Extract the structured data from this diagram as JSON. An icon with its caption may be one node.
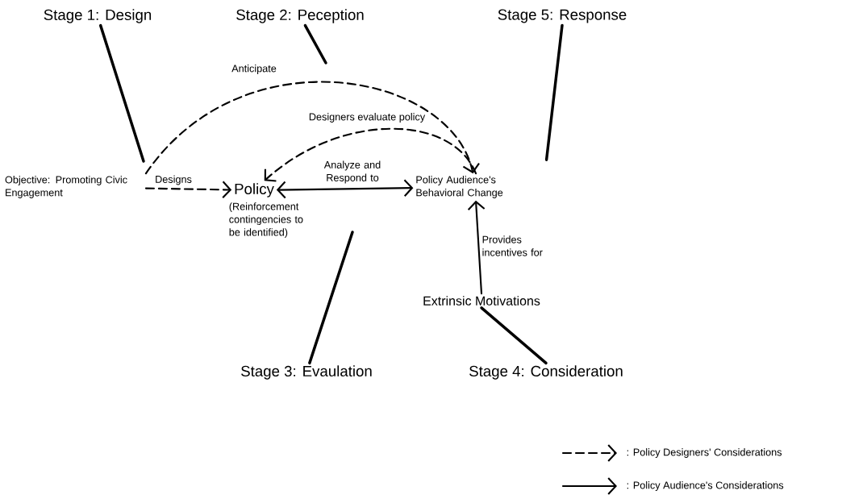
{
  "diagram": {
    "nodes": [
      {
        "text": [
          "Stage 1: Design"
        ]
      },
      {
        "text": [
          "Stage 2: Peception"
        ]
      },
      {
        "text": [
          "Stage 5: Response"
        ]
      },
      {
        "text": [
          "Objective: Promoting Civic Engagement"
        ]
      },
      {
        "text": [
          "Policy"
        ],
        "beside": [
          "(Reinforcement contingencies to be identified)"
        ]
      },
      {
        "text": [
          "Policy Audience's Behavioral Change"
        ]
      },
      {
        "text": [
          "Extrinsic Motivations"
        ]
      },
      {
        "text": [
          "Stage 3: Evaulation"
        ]
      },
      {
        "text": [
          "Stage 4: Consideration"
        ]
      }
    ],
    "edges": [
      {
        "from": 3,
        "to": 4,
        "arrow": "to",
        "style": "dashed",
        "label": "Designs"
      },
      {
        "from": 4,
        "to": 5,
        "arrow": "both",
        "label": "Analyze and Respond to"
      },
      {
        "from": 3,
        "to": 5,
        "arrow": "to",
        "style": "dashed",
        "label": "Anticipate"
      },
      {
        "from": 5,
        "to": 4,
        "arrow": "to",
        "style": "dashed",
        "label": "Designers evaluate policy"
      },
      {
        "from": 6,
        "to": 5,
        "arrow": "to",
        "label": "Provides incentives for"
      },
      {
        "from": 0,
        "to": null,
        "arrow": "none"
      },
      {
        "from": 1,
        "to": null,
        "arrow": "none"
      },
      {
        "from": 2,
        "to": 5,
        "arrow": "none"
      },
      {
        "from": 7,
        "to": null,
        "arrow": "none"
      },
      {
        "from": 8,
        "to": 6,
        "arrow": "none"
      }
    ],
    "legend": [
      {
        "text": ": Policy Designers' Considerations"
      },
      {
        "text": ": Policy Audience's Considerations"
      }
    ]
  }
}
